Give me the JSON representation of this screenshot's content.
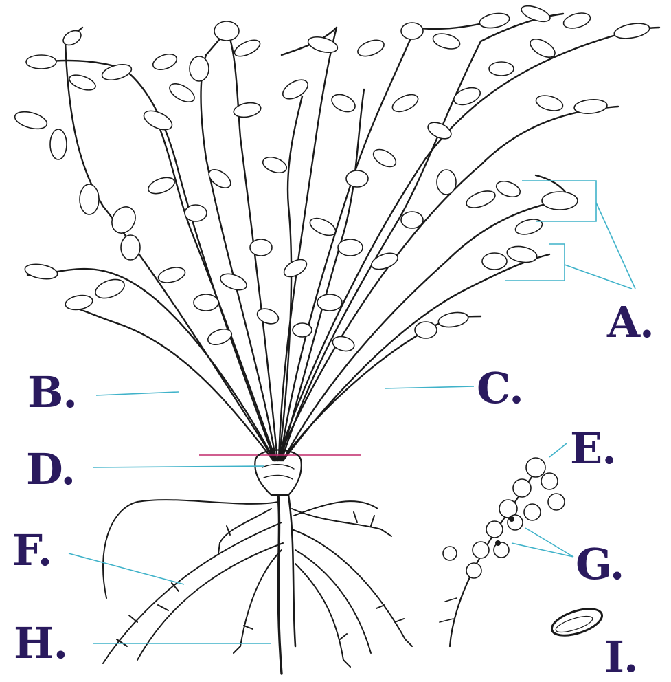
{
  "labels": {
    "A": "A.",
    "B": "B.",
    "C": "C.",
    "D": "D.",
    "E": "E.",
    "F": "F.",
    "G": "G.",
    "H": "H.",
    "I": "I."
  },
  "colors": {
    "label_text": "#2a1a5e",
    "leader_line": "#3fb2c9",
    "crown_line": "#c0286a",
    "ink": "#1a1a1a",
    "background": "#ffffff"
  }
}
